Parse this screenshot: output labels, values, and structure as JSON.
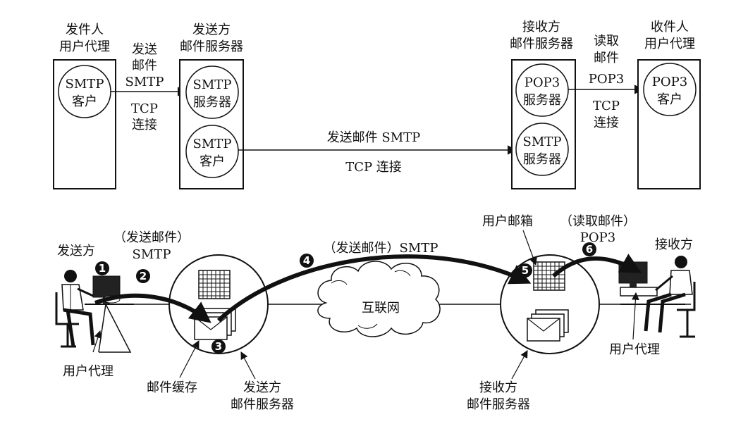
{
  "top": {
    "sender_ua": {
      "title1": "发件人",
      "title2": "用户代理",
      "circle1": "SMTP",
      "circle2": "客户"
    },
    "link1": {
      "l1": "发送",
      "l2": "邮件",
      "l3": "SMTP",
      "l4": "TCP",
      "l5": "连接"
    },
    "sender_server": {
      "title1": "发送方",
      "title2": "邮件服务器",
      "smtp_server1": "SMTP",
      "smtp_server2": "服务器",
      "smtp_client1": "SMTP",
      "smtp_client2": "客户"
    },
    "link2": {
      "l1": "发送邮件 SMTP",
      "l2": "TCP 连接"
    },
    "receiver_server": {
      "title1": "接收方",
      "title2": "邮件服务器",
      "pop3_server1": "POP3",
      "pop3_server2": "服务器",
      "smtp_server1": "SMTP",
      "smtp_server2": "服务器"
    },
    "link3": {
      "l1": "读取",
      "l2": "邮件",
      "l3": "POP3",
      "l4": "TCP",
      "l5": "连接"
    },
    "receiver_ua": {
      "title1": "收件人",
      "title2": "用户代理",
      "circle1": "POP3",
      "circle2": "客户"
    }
  },
  "bottom": {
    "sender_label": "发送方",
    "step2_label1": "（发送邮件）",
    "step2_label2": "SMTP",
    "user_agent_left": "用户代理",
    "mail_cache": "邮件缓存",
    "sender_server1": "发送方",
    "sender_server2": "邮件服务器",
    "step4_label": "（发送邮件）SMTP",
    "internet": "互联网",
    "mailbox": "用户邮箱",
    "step6_label1": "（读取邮件）",
    "step6_label2": "POP3",
    "receiver_label": "接收方",
    "user_agent_right": "用户代理",
    "receiver_server1": "接收方",
    "receiver_server2": "邮件服务器",
    "steps": [
      "1",
      "2",
      "3",
      "4",
      "5",
      "6"
    ]
  }
}
